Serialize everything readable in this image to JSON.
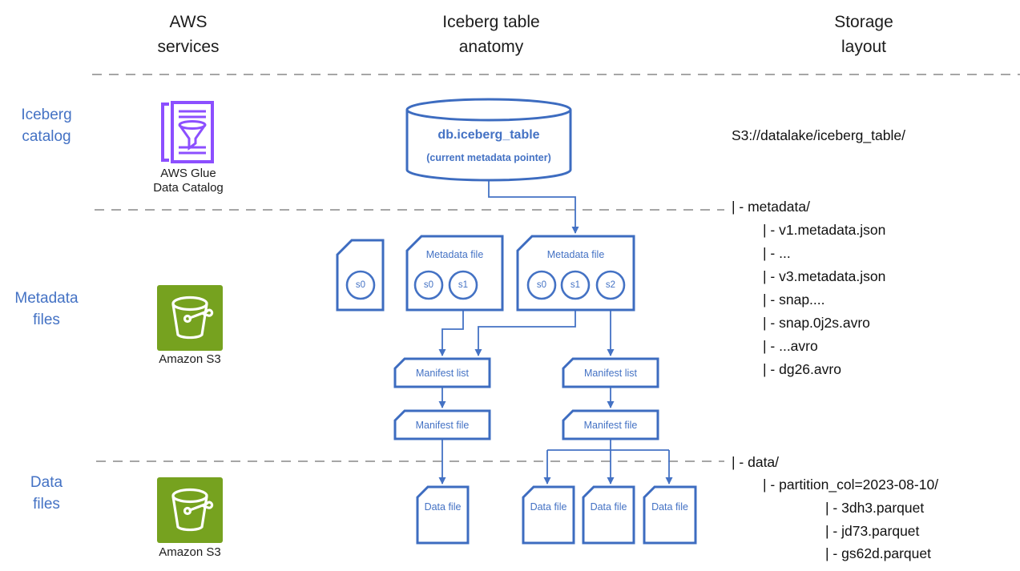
{
  "headers": {
    "aws": [
      "AWS",
      "services"
    ],
    "anatomy": [
      "Iceberg table",
      "anatomy"
    ],
    "storage": [
      "Storage",
      "layout"
    ]
  },
  "row_labels": {
    "catalog": [
      "Iceberg",
      "catalog"
    ],
    "metadata": [
      "Metadata",
      "files"
    ],
    "data": [
      "Data",
      "files"
    ]
  },
  "aws_services": {
    "glue": {
      "label_line1": "AWS Glue",
      "label_line2": "Data Catalog",
      "icon": "glue-data-catalog-icon"
    },
    "s3_metadata": {
      "label": "Amazon S3",
      "icon": "s3-bucket-icon"
    },
    "s3_data": {
      "label": "Amazon S3",
      "icon": "s3-bucket-icon"
    }
  },
  "anatomy": {
    "catalog_db": {
      "title": "db.iceberg_table",
      "subtitle": "(current metadata pointer)"
    },
    "metadata_files": [
      {
        "label": "",
        "snapshots": [
          "s0"
        ]
      },
      {
        "label": "Metadata file",
        "snapshots": [
          "s0",
          "s1"
        ]
      },
      {
        "label": "Metadata file",
        "snapshots": [
          "s0",
          "s1",
          "s2"
        ]
      }
    ],
    "manifest_lists": [
      {
        "label": "Manifest list"
      },
      {
        "label": "Manifest list"
      }
    ],
    "manifest_files": [
      {
        "label": "Manifest file"
      },
      {
        "label": "Manifest file"
      }
    ],
    "data_files": [
      {
        "label": "Data file"
      },
      {
        "label": "Data file"
      },
      {
        "label": "Data file"
      },
      {
        "label": "Data file"
      }
    ]
  },
  "storage_layout": {
    "root": "S3://datalake/iceberg_table/",
    "metadata_dir": {
      "header": "| - metadata/",
      "files": [
        "| - v1.metadata.json",
        "| - ...",
        "| - v3.metadata.json",
        "| - snap....",
        "| - snap.0j2s.avro",
        "| - ...avro",
        "| - dg26.avro"
      ]
    },
    "data_dir": {
      "header": "| - data/",
      "partition": "| - partition_col=2023-08-10/",
      "files": [
        "| - 3dh3.parquet",
        "| - jd73.parquet",
        "| - gs62d.parquet"
      ]
    }
  },
  "colors": {
    "diagram_blue": "#4472C4",
    "shape_border_blue": "#3D6CC0",
    "glue_purple": "#8C4FFF",
    "s3_green": "#76A21F",
    "dash_gray": "#A6A6A6",
    "text_black": "#1C1C1C"
  }
}
